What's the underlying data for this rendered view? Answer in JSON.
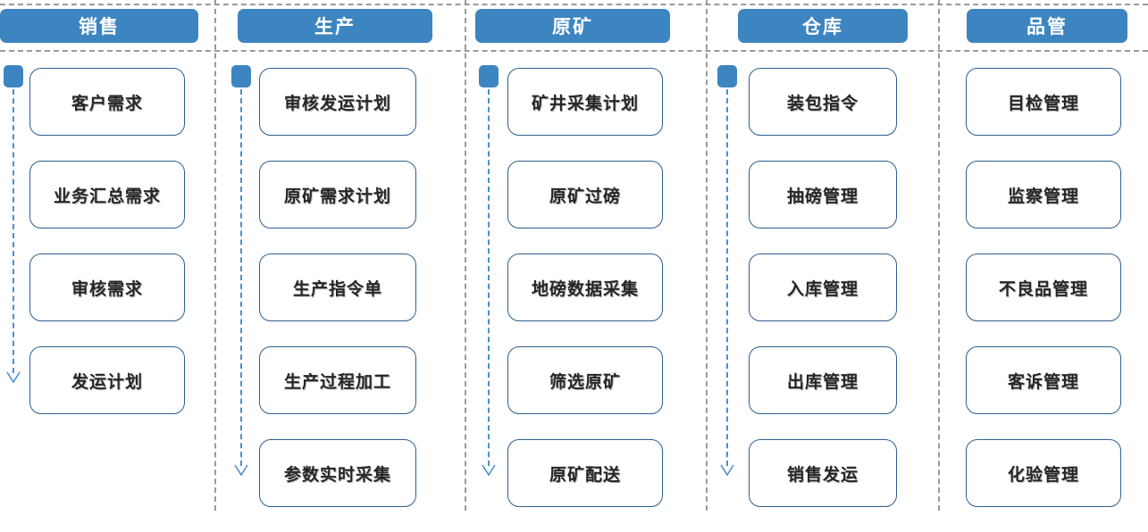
{
  "colors": {
    "header_blue": "#3d85c0",
    "card_border": "#2f5f8f",
    "flow_blue": "#4a90cf",
    "divider_gray": "#9a9a9a",
    "card_text": "#262626"
  },
  "columns": [
    {
      "id": "sales",
      "header": "销售",
      "has_flow": true,
      "cards": [
        {
          "label": "客户需求"
        },
        {
          "label": "业务汇总需求"
        },
        {
          "label": "审核需求"
        },
        {
          "label": "发运计划"
        }
      ]
    },
    {
      "id": "production",
      "header": "生产",
      "has_flow": true,
      "cards": [
        {
          "label": "审核发运计划"
        },
        {
          "label": "原矿需求计划"
        },
        {
          "label": "生产指令单"
        },
        {
          "label": "生产过程加工"
        },
        {
          "label": "参数实时采集"
        }
      ]
    },
    {
      "id": "raw-ore",
      "header": "原矿",
      "has_flow": true,
      "cards": [
        {
          "label": "矿井采集计划"
        },
        {
          "label": "原矿过磅"
        },
        {
          "label": "地磅数据采集"
        },
        {
          "label": "筛选原矿"
        },
        {
          "label": "原矿配送"
        }
      ]
    },
    {
      "id": "warehouse",
      "header": "仓库",
      "has_flow": true,
      "cards": [
        {
          "label": "装包指令"
        },
        {
          "label": "抽磅管理"
        },
        {
          "label": "入库管理"
        },
        {
          "label": "出库管理"
        },
        {
          "label": "销售发运"
        }
      ]
    },
    {
      "id": "quality",
      "header": "品管",
      "has_flow": false,
      "cards": [
        {
          "label": "目检管理"
        },
        {
          "label": "监察管理"
        },
        {
          "label": "不良品管理"
        },
        {
          "label": "客诉管理"
        },
        {
          "label": "化验管理"
        }
      ]
    }
  ]
}
